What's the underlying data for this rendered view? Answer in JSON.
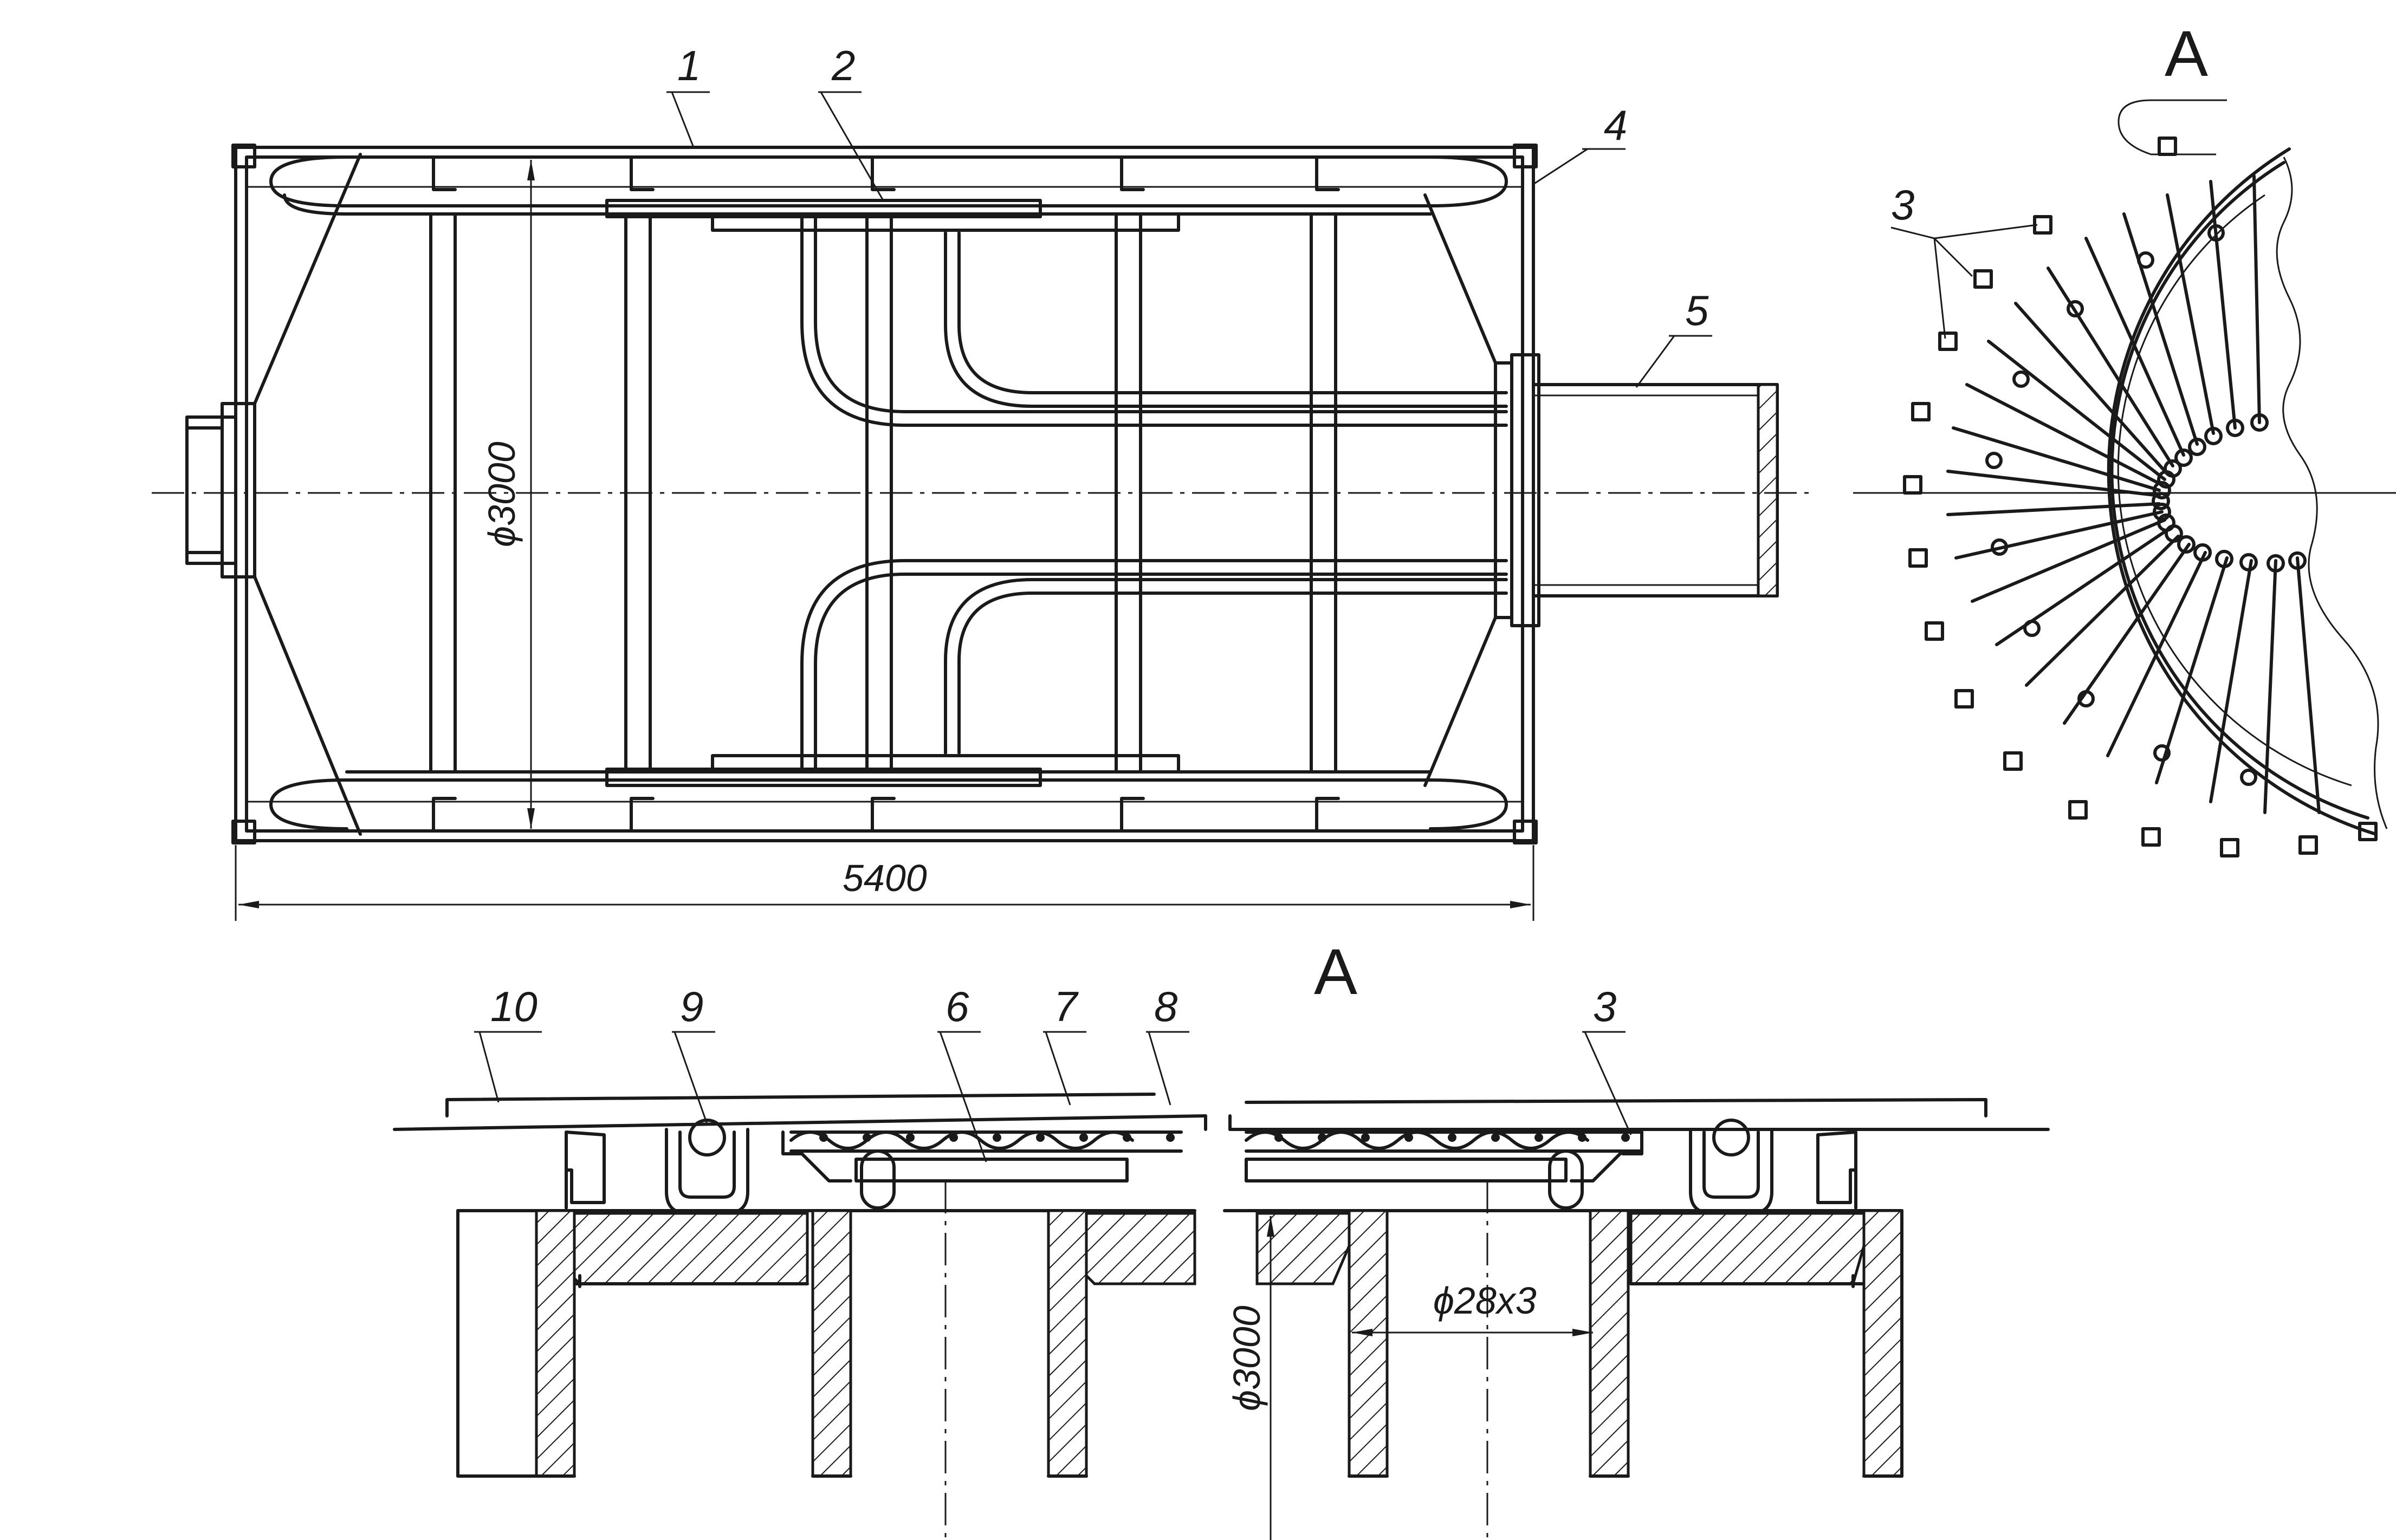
{
  "labels": {
    "part1": "1",
    "part2": "2",
    "part3_top": "3",
    "part4": "4",
    "part5": "5",
    "part10": "10",
    "part9": "9",
    "part6": "6",
    "part7": "7",
    "part8": "8",
    "part3_bottom": "3"
  },
  "view_marks": {
    "view_a_top": "A",
    "view_a_bottom": "A"
  },
  "dimensions": {
    "length_top": "5400",
    "diameter_top": "ϕ3000",
    "diameter_bottom": "ϕ3000",
    "tube_size": "ϕ28x3"
  }
}
